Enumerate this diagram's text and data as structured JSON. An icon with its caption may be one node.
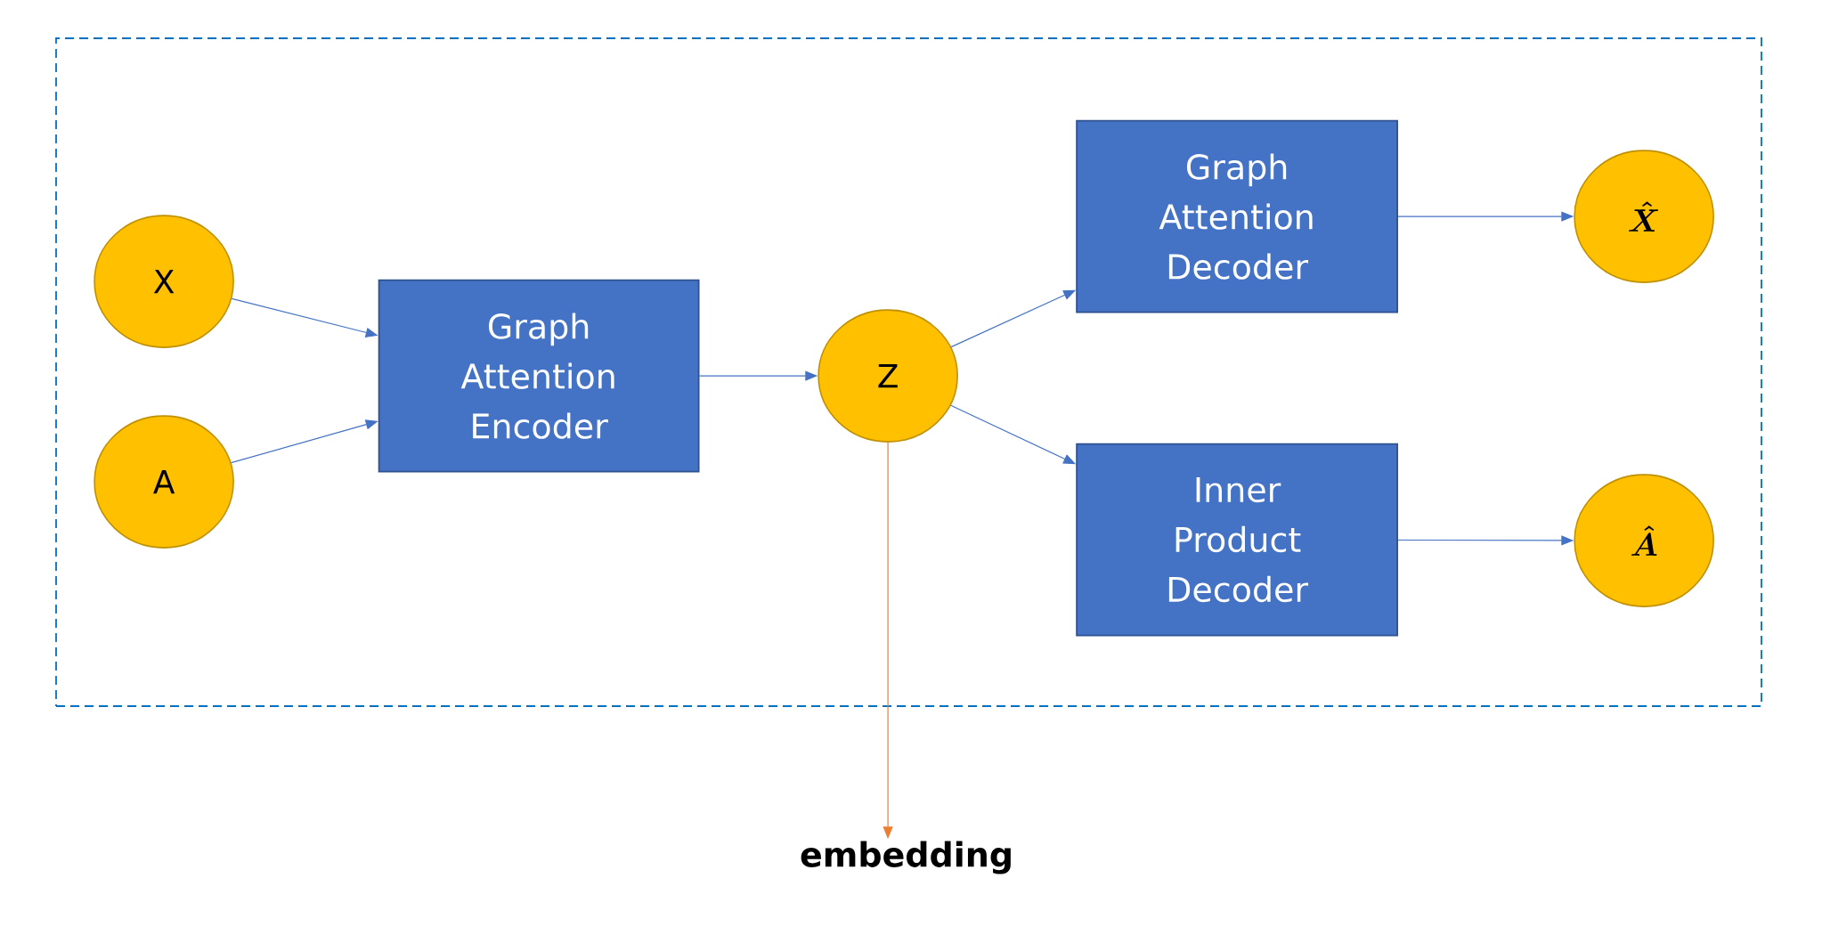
{
  "diagram": {
    "nodes": [
      {
        "text": [],
        "shape": "box"
      },
      {
        "text": [
          "X"
        ],
        "in": 0
      },
      {
        "text": [
          "A"
        ],
        "in": 0
      },
      {
        "text": [
          "Graph Attention Encoder"
        ],
        "in": 0
      },
      {
        "text": [
          "Z"
        ],
        "in": 0
      },
      {
        "text": [
          "Graph Attention Decoder"
        ],
        "in": 0
      },
      {
        "text": [
          "Inner Product Decoder"
        ],
        "in": 0
      },
      {
        "text": [
          "\\hat{X}"
        ],
        "in": 0
      },
      {
        "text": [
          "\\hat{A}"
        ],
        "in": 0
      },
      {
        "text": [
          "**embedding**"
        ]
      }
    ],
    "edges": [
      {
        "from": 1,
        "to": 3,
        "arrow": "to"
      },
      {
        "from": 2,
        "to": 3,
        "arrow": "to"
      },
      {
        "from": 3,
        "to": 4,
        "arrow": "to"
      },
      {
        "from": 4,
        "to": 5,
        "arrow": "to"
      },
      {
        "from": 4,
        "to": 6,
        "arrow": "to"
      },
      {
        "from": 5,
        "to": 7,
        "arrow": "to"
      },
      {
        "from": 6,
        "to": 8,
        "arrow": "to"
      },
      {
        "from": 4,
        "to": 9,
        "arrow": "to",
        "color": "#ed7d31"
      }
    ]
  }
}
